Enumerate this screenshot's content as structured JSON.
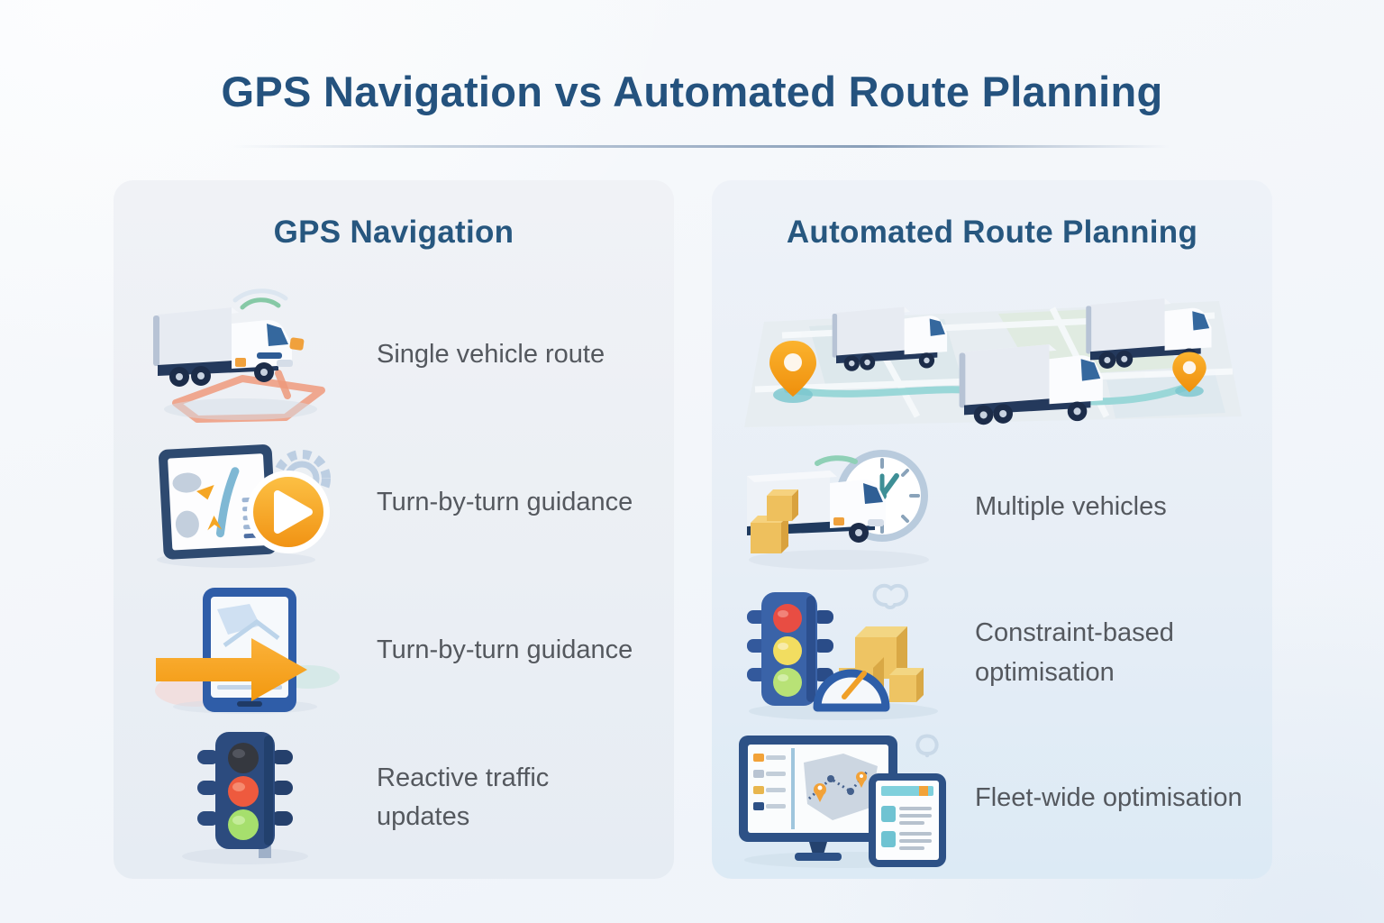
{
  "title": "GPS Navigation vs Automated Route Planning",
  "left_panel": {
    "title": "GPS Navigation",
    "items": [
      {
        "icon": "truck-route-icon",
        "label": "Single vehicle route"
      },
      {
        "icon": "tablet-play-icon",
        "label": "Turn-by-turn guidance"
      },
      {
        "icon": "phone-arrow-icon",
        "label": "Turn-by-turn guidance"
      },
      {
        "icon": "traffic-light-icon",
        "label": "Reactive traffic updates"
      }
    ]
  },
  "right_panel": {
    "title": "Automated Route Planning",
    "banner_icon": "fleet-map-trucks-illustration",
    "items": [
      {
        "icon": "truck-clock-boxes-icon",
        "label": "Multiple vehicles"
      },
      {
        "icon": "traffic-light-gauge-boxes-icon",
        "label": "Constraint-based optimisation"
      },
      {
        "icon": "monitor-tablet-fleet-icon",
        "label": "Fleet-wide optimisation"
      }
    ]
  },
  "colors": {
    "title_blue": "#24527e",
    "header_blue": "#27577f",
    "label_gray": "#54585e",
    "page_background": "#f3f6fa",
    "left_panel_background": "#ebeff4",
    "right_panel_background": "#e7eef6",
    "accent_orange": "#f2a033",
    "route_salmon": "#ee9a7c",
    "route_teal": "#96d6d6",
    "truck_navy": "#24395c",
    "windshield_blue": "#35689e",
    "traffic_red": "#e84d43",
    "traffic_yellow": "#f2dd60",
    "traffic_green": "#b8e276",
    "box_amber": "#eec463",
    "frame_blue": "#2d5186"
  }
}
